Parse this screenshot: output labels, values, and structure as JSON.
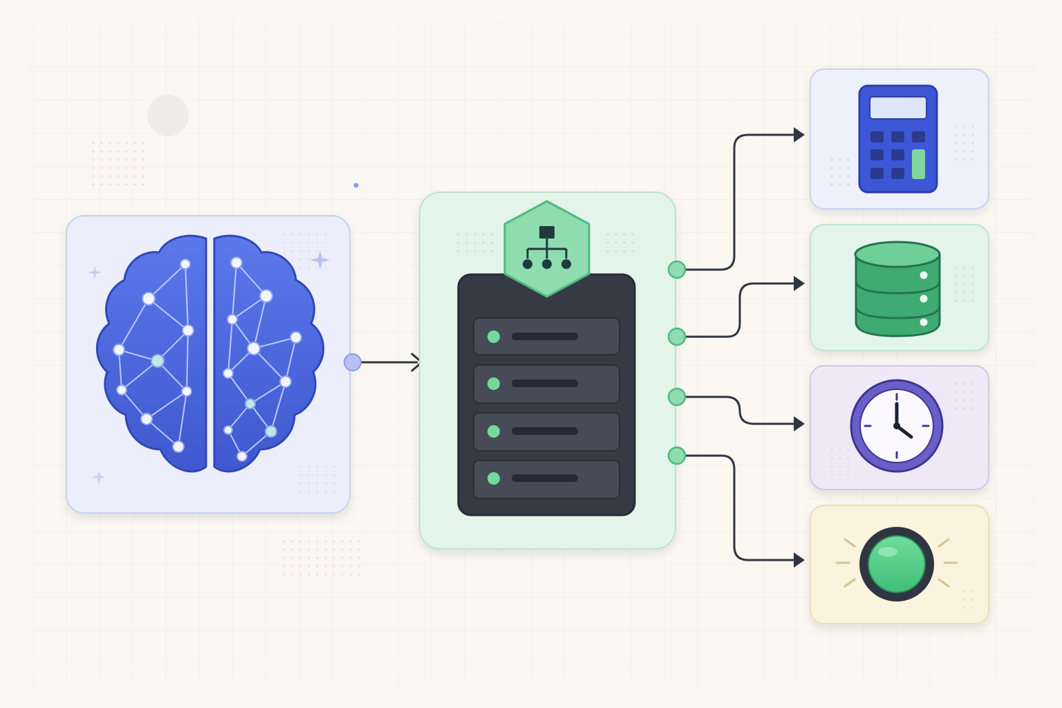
{
  "diagram": {
    "nodes": [
      {
        "id": "brain",
        "icon": "brain-network-icon",
        "kind": "source"
      },
      {
        "id": "server",
        "icon": "server-rack-icon",
        "badge_icon": "hierarchy-icon",
        "kind": "router",
        "slots": 4
      },
      {
        "id": "calculator",
        "icon": "calculator-icon",
        "kind": "target"
      },
      {
        "id": "database",
        "icon": "database-icon",
        "kind": "target"
      },
      {
        "id": "clock",
        "icon": "clock-icon",
        "kind": "target"
      },
      {
        "id": "button",
        "icon": "power-button-icon",
        "kind": "target"
      }
    ],
    "edges": [
      {
        "from": "brain",
        "to": "server"
      },
      {
        "from": "server",
        "to": "calculator"
      },
      {
        "from": "server",
        "to": "database"
      },
      {
        "from": "server",
        "to": "clock"
      },
      {
        "from": "server",
        "to": "button"
      }
    ]
  },
  "colors": {
    "background": "#fbf8f2",
    "brain_blue": "#4a63d8",
    "server_dark": "#363a45",
    "accent_green": "#5fcf8f",
    "arrow": "#2f3541",
    "calculator_panel": "#eef1fb",
    "database_panel": "#e3f5ea",
    "clock_panel": "#efe9f7",
    "button_panel": "#faf3dd"
  }
}
